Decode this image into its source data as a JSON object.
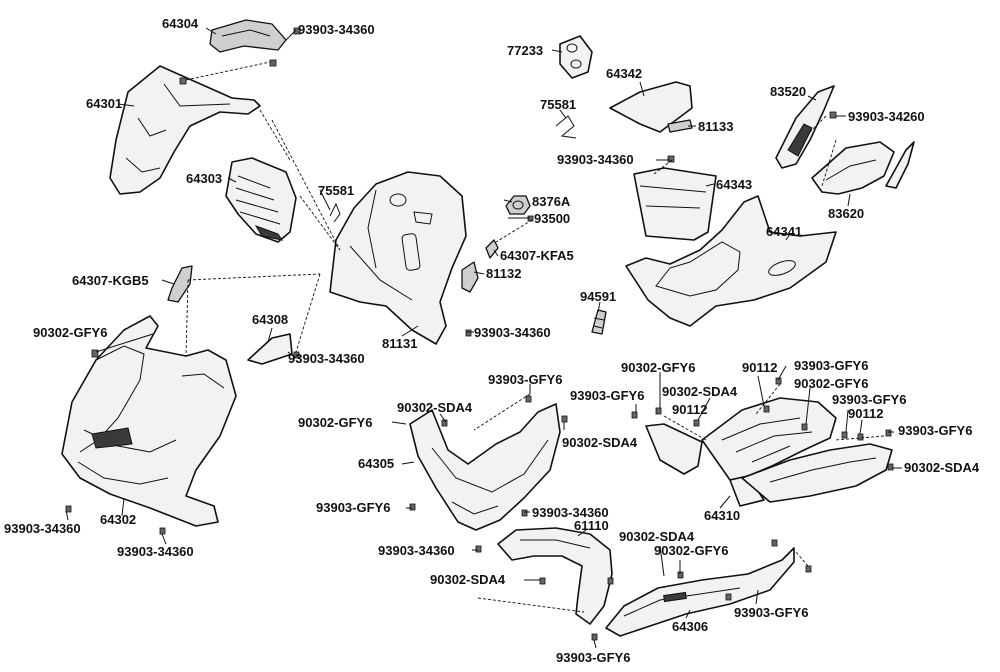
{
  "labels": {
    "l64304": "64304",
    "l93903_34360_a": "93903-34360",
    "l64301": "64301",
    "l64303": "64303",
    "l75581_a": "75581",
    "l64307_kgb5": "64307-KGB5",
    "l90302_gfy6_a": "90302-GFY6",
    "l64308": "64308",
    "l93903_34360_b": "93903-34360",
    "l81131": "81131",
    "l93903_34360_c": "93903-34360",
    "l8376a": "8376A",
    "l93500": "93500",
    "l64307_kfa5": "64307-KFA5",
    "l81132": "81132",
    "l77233": "77233",
    "l64342": "64342",
    "l75581_b": "75581",
    "l81133": "81133",
    "l93903_34360_d": "93903-34360",
    "l64343": "64343",
    "l83520": "83520",
    "l93903_34260": "93903-34260",
    "l83620": "83620",
    "l64341": "64341",
    "l94591": "94591",
    "l64302": "64302",
    "l93903_34360_e": "93903-34360",
    "l93903_34360_f": "93903-34360",
    "l93903_gfy6_a": "93903-GFY6",
    "l90302_sda4_a": "90302-SDA4",
    "l90302_gfy6_b": "90302-GFY6",
    "l64305": "64305",
    "l90302_sda4_b": "90302-SDA4",
    "l93903_gfy6_b": "93903-GFY6",
    "l93903_34360_g": "93903-34360",
    "l93903_34360_h": "93903-34360",
    "l61110": "61110",
    "l90302_sda4_c": "90302-SDA4",
    "l93903_gfy6_c": "93903-GFY6",
    "l90302_gfy6_c": "90302-GFY6",
    "l90302_sda4_d": "90302-SDA4",
    "l90112_a": "90112",
    "l93903_gfy6_d": "93903-GFY6",
    "l90302_gfy6_d": "90302-GFY6",
    "l90112_b": "90112",
    "l93903_gfy6_e": "93903-GFY6",
    "l90112_c": "90112",
    "l93903_gfy6_f": "93903-GFY6",
    "l90302_sda4_e": "90302-SDA4",
    "l64310": "64310",
    "l90302_sda4_f": "90302-SDA4",
    "l90302_gfy6_e": "90302-GFY6",
    "l64306": "64306",
    "l93903_gfy6_g": "93903-GFY6",
    "l93903_gfy6_h": "93903-GFY6"
  }
}
